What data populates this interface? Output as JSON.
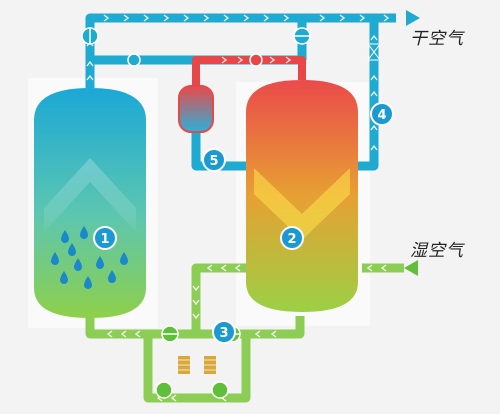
{
  "labels": {
    "dry_air": "干空气",
    "wet_air": "湿空气"
  },
  "badges": [
    "1",
    "2",
    "3",
    "4",
    "5"
  ],
  "colors": {
    "dry_pipe": "#1eaad1",
    "wet_pipe": "#8ccd55",
    "hot_pipe": "#e8474a",
    "badge_fill": "#1b9ad1",
    "arrow_dry": "#1eaad1",
    "arrow_wet": "#5fbf3a"
  }
}
